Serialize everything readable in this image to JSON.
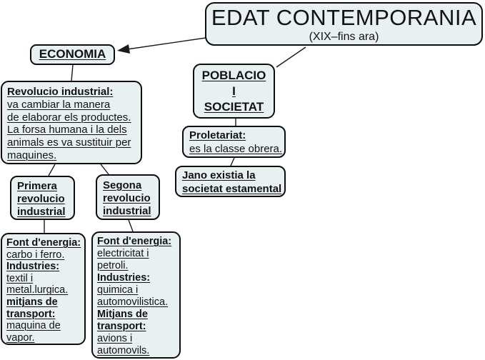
{
  "colors": {
    "background": "#ffffff",
    "node_fill": "#e9f0f2",
    "node_border": "#0d0d0d",
    "connector": "#1a1a1a"
  },
  "nodes": {
    "title": {
      "heading": "EDAT CONTEMPORANIA",
      "subtitle": "(XIX–fins ara)"
    },
    "economia": {
      "label": "ECONOMIA"
    },
    "poblacio": {
      "lines": [
        "POBLACIO",
        "I",
        "SOCIETAT"
      ]
    },
    "revolucio": {
      "lines": [
        {
          "text": "Revolucio industrial:",
          "bold": true
        },
        {
          "text": "va cambiar la manera",
          "bold": false
        },
        {
          "text": "de elaborar els productes.",
          "bold": false
        },
        {
          "text": "La forsa humana i la dels",
          "bold": false
        },
        {
          "text": "animals es va sustituir per",
          "bold": false
        },
        {
          "text": "maquines.",
          "bold": false
        }
      ]
    },
    "proletariat": {
      "lines": [
        {
          "text": "Proletariat:",
          "bold": true
        },
        {
          "text": "es la classe obrera.",
          "bold": false
        }
      ]
    },
    "jano": {
      "lines": [
        {
          "text": "Jano existia la",
          "bold": true
        },
        {
          "text": "societat estamental",
          "bold": true
        }
      ]
    },
    "primera": {
      "lines": [
        "Primera",
        "revolucio",
        "industrial"
      ]
    },
    "segona": {
      "lines": [
        "Segona",
        "revolucio",
        "industrial"
      ]
    },
    "font1": {
      "lines": [
        {
          "text": "Font d'energia:",
          "bold": true
        },
        {
          "text": "carbo i ferro.",
          "bold": false
        },
        {
          "text": "Industries:",
          "bold": true
        },
        {
          "text": "textil i",
          "bold": false
        },
        {
          "text": "metal.lurgica.",
          "bold": false
        },
        {
          "text": "mitjans de",
          "bold": true
        },
        {
          "text": "transport:",
          "bold": true
        },
        {
          "text": "maquina de",
          "bold": false
        },
        {
          "text": "vapor.",
          "bold": false
        }
      ]
    },
    "font2": {
      "lines": [
        {
          "text": "Font d'energia:",
          "bold": true
        },
        {
          "text": "electricitat i",
          "bold": false
        },
        {
          "text": "petroli.",
          "bold": false
        },
        {
          "text": "Industries:",
          "bold": true
        },
        {
          "text": "quimica i",
          "bold": false
        },
        {
          "text": "automovilistica.",
          "bold": false
        },
        {
          "text": "Mitjans de",
          "bold": true
        },
        {
          "text": "transport:",
          "bold": true
        },
        {
          "text": "avions i",
          "bold": false
        },
        {
          "text": "automovils.",
          "bold": false
        }
      ]
    }
  }
}
